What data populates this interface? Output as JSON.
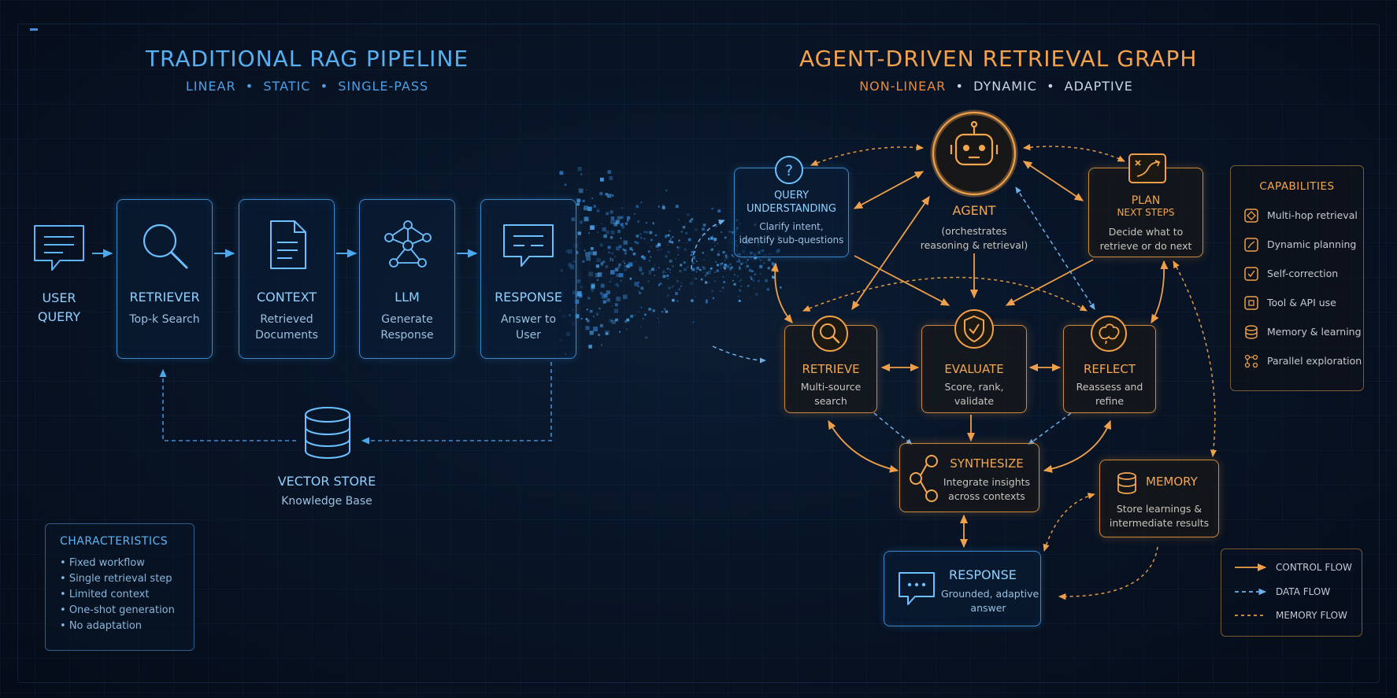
{
  "left": {
    "title": "TRADITIONAL RAG PIPELINE",
    "subtitle_words": [
      "LINEAR",
      "STATIC",
      "SINGLE-PASS"
    ],
    "user_query": [
      "USER",
      "QUERY"
    ],
    "retriever": {
      "label": "RETRIEVER",
      "text": "Top-k Search"
    },
    "context": {
      "label": "CONTEXT",
      "text": [
        "Retrieved",
        "Documents"
      ]
    },
    "llm": {
      "label": "LLM",
      "text": [
        "Generate",
        "Response"
      ]
    },
    "response": {
      "label": "RESPONSE",
      "text": [
        "Answer to",
        "User"
      ]
    },
    "vector_store": {
      "label": "VECTOR STORE",
      "text": "Knowledge Base"
    },
    "characteristics": {
      "title": "CHARACTERISTICS",
      "items": [
        "Fixed workflow",
        "Single retrieval step",
        "Limited context",
        "One-shot generation",
        "No adaptation"
      ]
    }
  },
  "right": {
    "title": "AGENT-DRIVEN RETRIEVAL GRAPH",
    "subtitle_words": [
      "NON-LINEAR",
      "DYNAMIC",
      "ADAPTIVE"
    ],
    "agent": {
      "label": "AGENT",
      "text": [
        "(orchestrates",
        "reasoning & retrieval)"
      ]
    },
    "query_understanding": {
      "label": [
        "QUERY",
        "UNDERSTANDING"
      ],
      "text": [
        "Clarify intent,",
        "identify sub-questions"
      ]
    },
    "plan": {
      "label": [
        "PLAN",
        "NEXT STEPS"
      ],
      "text": [
        "Decide what to",
        "retrieve or do next"
      ]
    },
    "retrieve": {
      "label": "RETRIEVE",
      "text": [
        "Multi-source",
        "search"
      ]
    },
    "evaluate": {
      "label": "EVALUATE",
      "text": [
        "Score, rank,",
        "validate"
      ]
    },
    "reflect": {
      "label": "REFLECT",
      "text": [
        "Reassess and",
        "refine"
      ]
    },
    "synthesize": {
      "label": "SYNTHESIZE",
      "text": [
        "Integrate insights",
        "across contexts"
      ]
    },
    "memory": {
      "label": "MEMORY",
      "text": [
        "Store learnings &",
        "intermediate results"
      ]
    },
    "response": {
      "label": "RESPONSE",
      "text": [
        "Grounded, adaptive",
        "answer"
      ]
    },
    "capabilities": {
      "title": "CAPABILITIES",
      "items": [
        "Multi-hop retrieval",
        "Dynamic planning",
        "Self-correction",
        "Tool & API use",
        "Memory & learning",
        "Parallel exploration"
      ]
    },
    "legend": {
      "items": [
        "CONTROL FLOW",
        "DATA FLOW",
        "MEMORY FLOW"
      ]
    }
  },
  "colors": {
    "blue": "#57b0f2",
    "orange": "#f5a24a",
    "background": "#07111f"
  }
}
